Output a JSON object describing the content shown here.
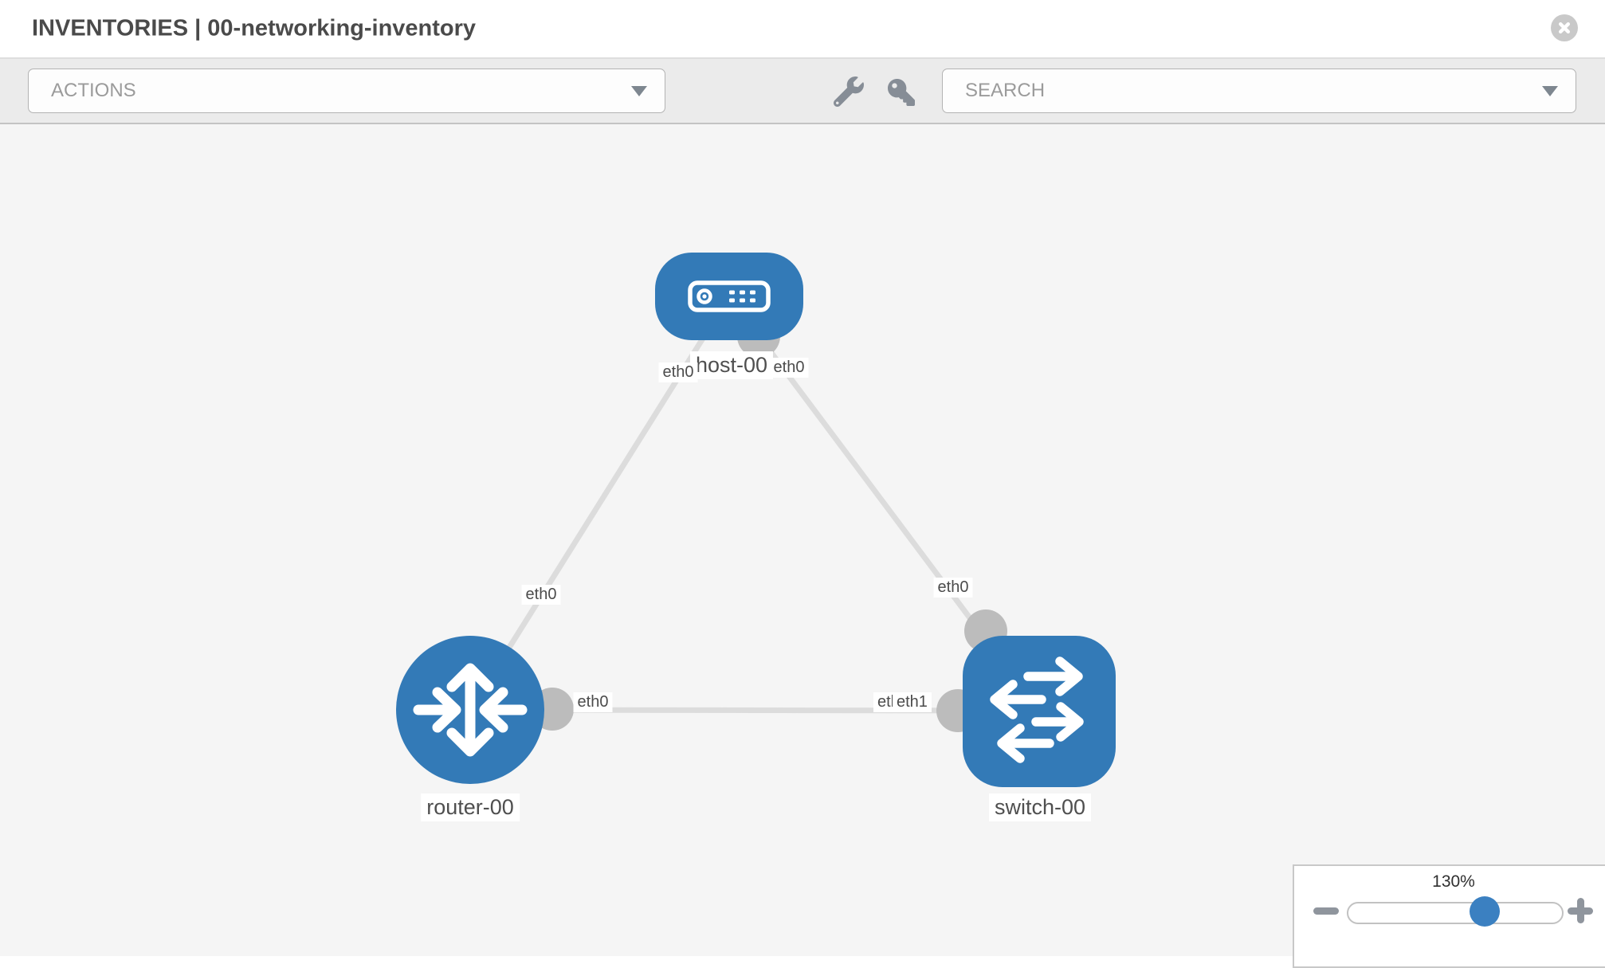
{
  "window": {
    "title": "INVENTORIES | 00-networking-inventory",
    "close_icon": "circle-x"
  },
  "toolbar": {
    "actions_label": "ACTIONS",
    "search_label": "SEARCH",
    "tool_icons": [
      "wrench",
      "key"
    ]
  },
  "topology": {
    "nodes": [
      {
        "id": "host-00",
        "label": "host-00",
        "type": "host",
        "icon": "server",
        "shape": "rounded-rect"
      },
      {
        "id": "router-00",
        "label": "router-00",
        "type": "router",
        "icon": "router-arrows",
        "shape": "circle"
      },
      {
        "id": "switch-00",
        "label": "switch-00",
        "type": "switch",
        "icon": "switch-arrows",
        "shape": "rounded-square"
      }
    ],
    "links": [
      {
        "from": "host-00",
        "to": "router-00"
      },
      {
        "from": "host-00",
        "to": "switch-00"
      },
      {
        "from": "router-00",
        "to": "switch-00"
      }
    ],
    "interface_labels": [
      {
        "text": "eth0",
        "near": "host-00 lower-left"
      },
      {
        "text": "eth0",
        "near": "host-00 lower-right"
      },
      {
        "text": "eth0",
        "near": "router-00 top link"
      },
      {
        "text": "eth0",
        "near": "router-00 right link"
      },
      {
        "text": "eth0",
        "near": "switch-00 top link"
      },
      {
        "text": "eth1",
        "near": "switch-00 left link (partially hidden behind front label)"
      },
      {
        "text": "eth1",
        "near": "switch-00 left link"
      }
    ]
  },
  "zoom_control": {
    "level": "130%",
    "slider_percent": 64,
    "icons": [
      "minus",
      "plus"
    ]
  },
  "colors": {
    "node_blue": "#337ab7",
    "link_gray": "#dcdcdc",
    "interface_dot_gray": "#bcbcbc",
    "canvas_bg": "#f5f5f5",
    "toolbar_bg": "#ebebeb",
    "slider_thumb_blue": "#3b80c1"
  }
}
